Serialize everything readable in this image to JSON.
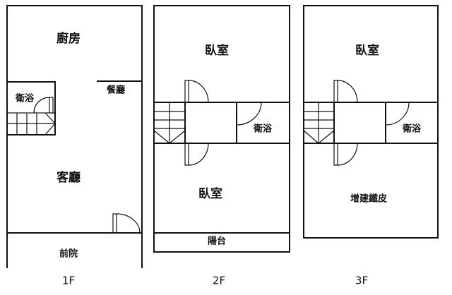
{
  "floors": [
    {
      "label": "1F",
      "rooms": {
        "kitchen": "廚房",
        "bath": "衛浴",
        "dining": "餐廳",
        "living": "客廳",
        "front_yard": "前院"
      }
    },
    {
      "label": "2F",
      "rooms": {
        "bedroom_top": "臥室",
        "bath": "衛浴",
        "bedroom_bottom": "臥室",
        "balcony": "陽台"
      }
    },
    {
      "label": "3F",
      "rooms": {
        "bedroom": "臥室",
        "bath": "衛浴",
        "extension": "增建鐵皮"
      }
    }
  ]
}
